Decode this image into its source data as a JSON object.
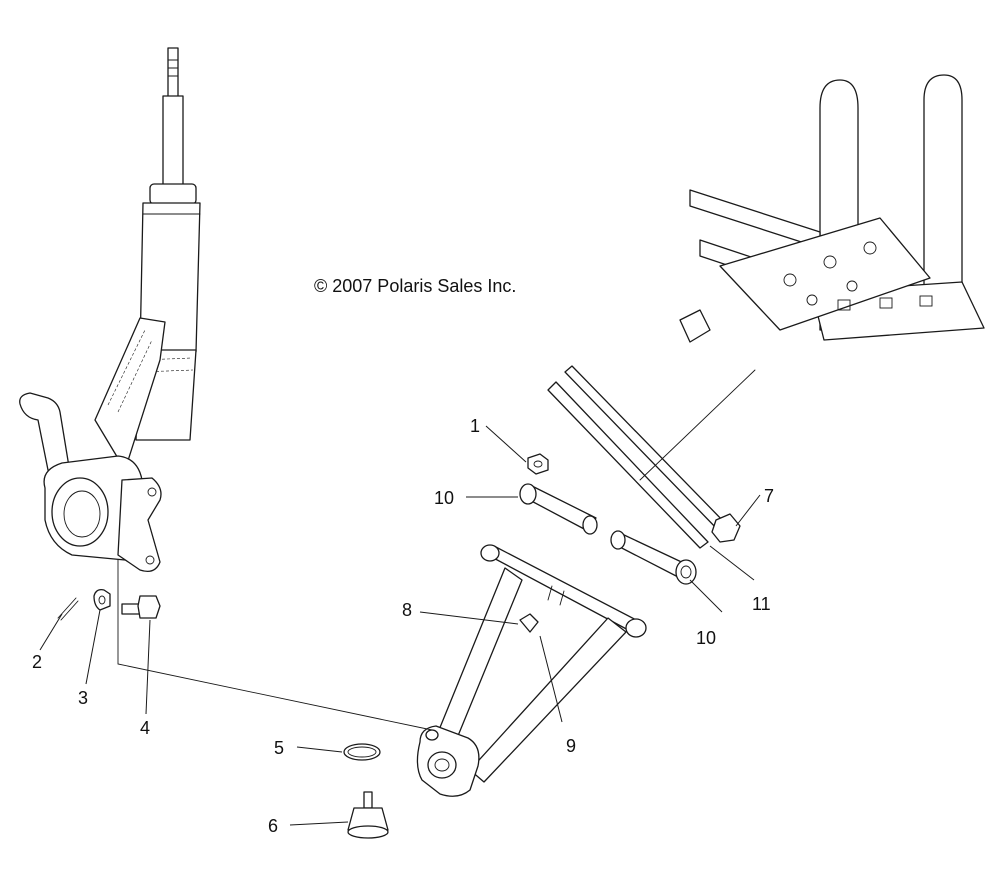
{
  "copyright": "© 2007 Polaris Sales Inc.",
  "callouts": [
    "1",
    "2",
    "3",
    "4",
    "5",
    "6",
    "7",
    "8",
    "9",
    "10",
    "10",
    "11"
  ],
  "icons": [
    "strut-icon",
    "steering-knuckle-icon",
    "frame-icon",
    "a-arm-icon",
    "ball-joint-icon"
  ]
}
